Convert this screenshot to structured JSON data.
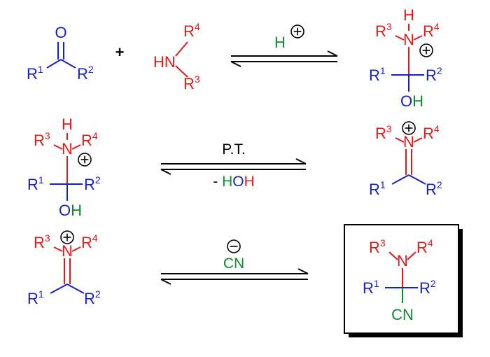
{
  "colors": {
    "carbonyl": "#1520c8",
    "amine": "#e01818",
    "green": "#0e8a2e",
    "black": "#000000"
  },
  "labels": {
    "r1": "R",
    "r2": "R",
    "r3": "R",
    "r4": "R",
    "n1": "1",
    "n2": "2",
    "n3": "3",
    "n4": "4",
    "o": "O",
    "h": "H",
    "hn": "HN",
    "n": "N",
    "oh_o": "O",
    "oh_h": "H",
    "cn": "CN",
    "plus": "+"
  },
  "conditions": {
    "step1": {
      "h": "H"
    },
    "step2": {
      "top": "P.T.",
      "bottom_prefix": "- ",
      "bottom_h1": "H",
      "bottom_o": "O",
      "bottom_h2": "H"
    },
    "step3": {
      "reagent": "CN"
    }
  }
}
